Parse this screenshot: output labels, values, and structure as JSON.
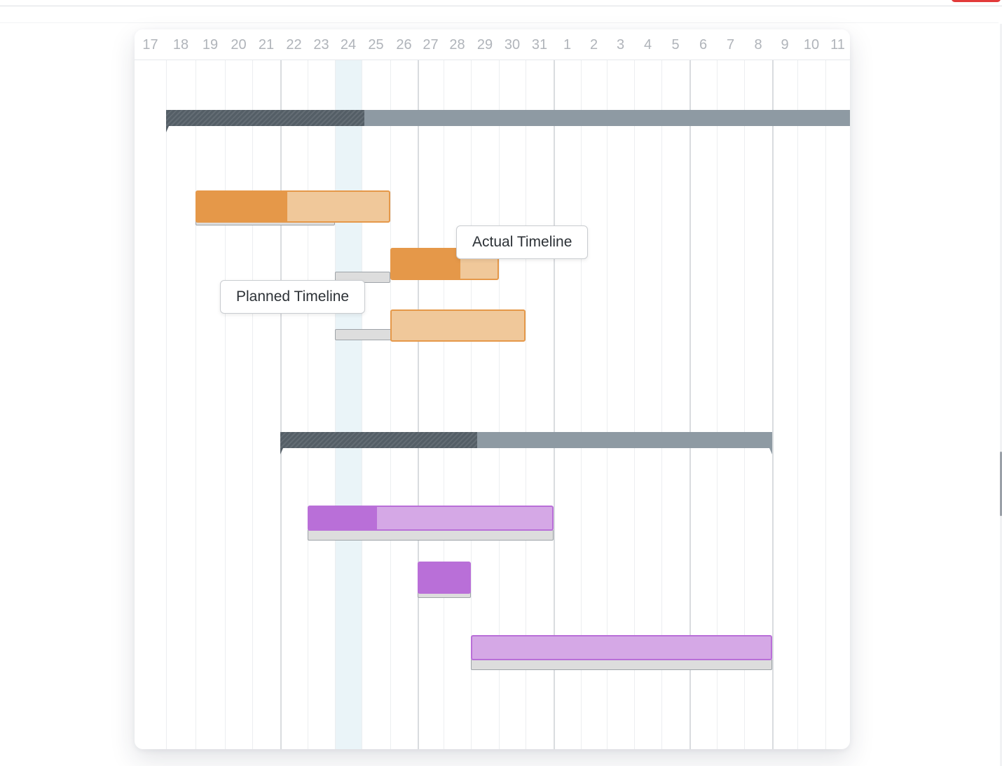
{
  "gantt": {
    "date_labels": [
      "17",
      "18",
      "19",
      "20",
      "21",
      "22",
      "23",
      "24",
      "25",
      "26",
      "27",
      "28",
      "29",
      "30",
      "31",
      "1",
      "2",
      "3",
      "4",
      "5",
      "6",
      "7",
      "8",
      "9",
      "10",
      "11"
    ],
    "today_label": "24",
    "week_boundaries": [
      "22",
      "27",
      "1",
      "6",
      "9"
    ],
    "groups": [
      {
        "start": "18",
        "end": "11",
        "progress": 0.29,
        "tasks": [
          {
            "color": "orange",
            "actual_start": "19",
            "actual_end": "25",
            "progress": 0.47,
            "planned_start": "19",
            "planned_end": "23"
          },
          {
            "color": "orange",
            "actual_start": "26",
            "actual_end": "29",
            "progress": 0.65,
            "planned_start": "24",
            "planned_end": "25"
          },
          {
            "color": "orange",
            "actual_start": "26",
            "actual_end": "30",
            "progress": 0.0,
            "planned_start": "24",
            "planned_end": "27"
          }
        ]
      },
      {
        "start": "22",
        "end": "8",
        "progress": 0.4,
        "tasks": [
          {
            "color": "purple",
            "actual_start": "23",
            "actual_end": "31",
            "progress": 0.28,
            "planned_start": "23",
            "planned_end": "31"
          },
          {
            "color": "purple",
            "actual_start": "27",
            "actual_end": "28",
            "progress": 1.0,
            "planned_start": "27",
            "planned_end": "28"
          },
          {
            "color": "purple",
            "actual_start": "29",
            "actual_end": "8",
            "progress": 0.0,
            "planned_start": "29",
            "planned_end": "8"
          }
        ]
      }
    ],
    "callouts": {
      "actual": "Actual Timeline",
      "planned": "Planned Timeline"
    }
  },
  "colors": {
    "summary_progress": "#545e66",
    "summary_remaining": "#8e9aa3",
    "orange_fill": "#e59849",
    "orange_light": "#f0c89a",
    "purple_fill": "#b96fd8",
    "purple_light": "#d5a8e6",
    "planned": "#dddddd",
    "today_highlight": "#eaf4f8",
    "brand_accent": "#e23a3a"
  }
}
